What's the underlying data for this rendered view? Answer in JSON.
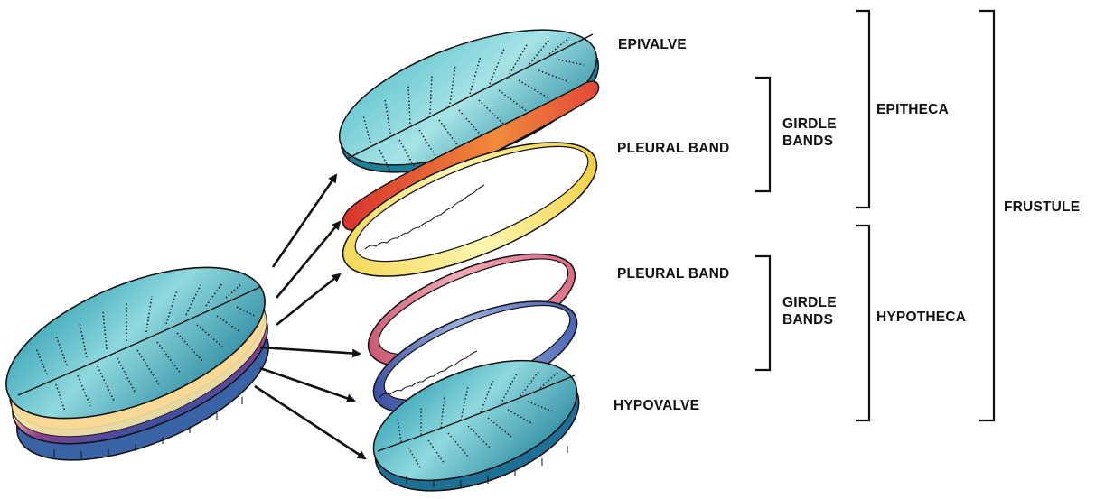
{
  "labels": {
    "epivalve": "EPIVALVE",
    "pleural_band_top": "PLEURAL BAND",
    "girdle_top_line1": "GIRDLE",
    "girdle_top_line2": "BANDS",
    "pleural_band_bottom": "PLEURAL BAND",
    "girdle_bottom_line1": "GIRDLE",
    "girdle_bottom_line2": "BANDS",
    "hypovalve": "HYPOVALVE",
    "epitheca": "EPITHECA",
    "hypotheca": "HYPOTHECA",
    "frustule": "FRUSTULE"
  },
  "colors": {
    "valve_teal": "#4fb3c1",
    "valve_teal_dark": "#1f7f98",
    "band_red": "#e2483a",
    "band_orange": "#f08a3c",
    "band_yellow": "#f6e56e",
    "band_pink": "#e77d93",
    "band_blue": "#4662b2",
    "line": "#111111"
  }
}
